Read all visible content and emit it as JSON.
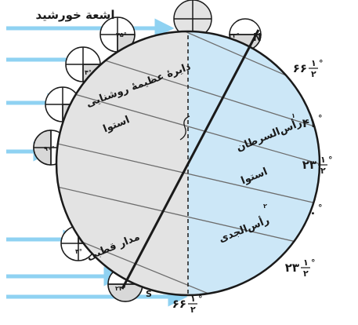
{
  "sunlight_label": "اشعة خورشيد",
  "great_circle_label": "دایرهٔ عظیمهٔ روشنایی",
  "equator_label_left": "استوا",
  "equator_label_right": "استوا",
  "cancer_label": "رأس‌السرطان",
  "cancer_index": "۱",
  "capricorn_label": "رأس‌الجدی",
  "capricorn_index": "۲",
  "polar_label": "مدار قطبی",
  "north_label": "N",
  "south_label": "S",
  "latitudes": [
    {
      "id": "lat-66-north",
      "whole": "۶۶",
      "frac_num": "۱",
      "frac_den": "۲",
      "deg": "°"
    },
    {
      "id": "lat-41",
      "whole": "۴۱",
      "frac_num": "",
      "frac_den": "",
      "deg": "°"
    },
    {
      "id": "lat-23-north",
      "whole": "۲۳",
      "frac_num": "۱",
      "frac_den": "۲",
      "deg": "°"
    },
    {
      "id": "lat-0",
      "whole": "۰",
      "frac_num": "",
      "frac_den": "",
      "deg": "°"
    },
    {
      "id": "lat-23-south",
      "whole": "۲۳",
      "frac_num": "۱",
      "frac_den": "۲",
      "deg": "°"
    },
    {
      "id": "lat-66-south",
      "whole": "۶۶",
      "frac_num": "۱",
      "frac_den": "۲",
      "deg": "°"
    }
  ],
  "angle_labels": {
    "top_right": "۲۳°",
    "top_left": "۲۵°",
    "left_upper": "۴°",
    "left_middle": "۹۰°",
    "left_lower": "۴°",
    "bottom": "۲۳°"
  },
  "colors": {
    "night": "#e3e3e3",
    "day": "#cce7f7",
    "rays": "#8fd2f2",
    "outline": "#1a1a1a"
  }
}
